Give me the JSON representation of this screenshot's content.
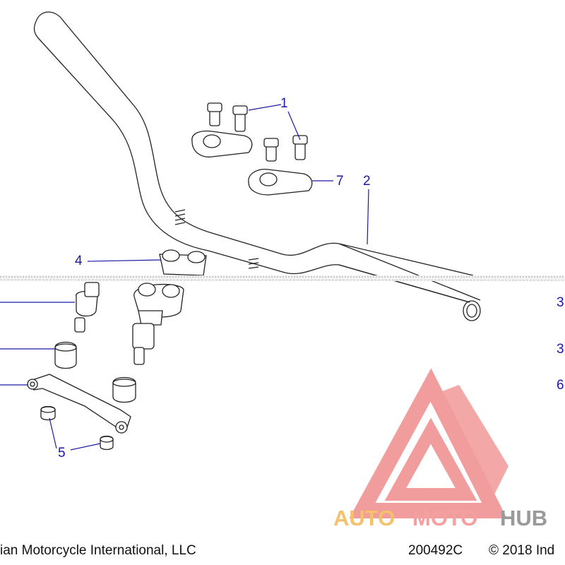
{
  "callouts": {
    "c1": "1",
    "c2": "2",
    "c4": "4",
    "c5": "5",
    "c7": "7",
    "r3a": "3",
    "r3b": "3",
    "r6": "6"
  },
  "footer": {
    "left": "ian Motorcycle International, LLC",
    "code": "200492C",
    "copyright": "© 2018 Ind"
  },
  "watermark": {
    "part1": "AUTO",
    "part2": "MOTO",
    "part3": "HUB",
    "colors": {
      "triangle": "#f08c8c",
      "auto": "#f5c16c",
      "moto": "#f5a0a0",
      "hub": "#9a9a9a"
    }
  },
  "colors": {
    "callout": "#1a1aa6",
    "line": "#1a1aa6",
    "part_outline": "#222222",
    "part_fill": "#ffffff"
  }
}
